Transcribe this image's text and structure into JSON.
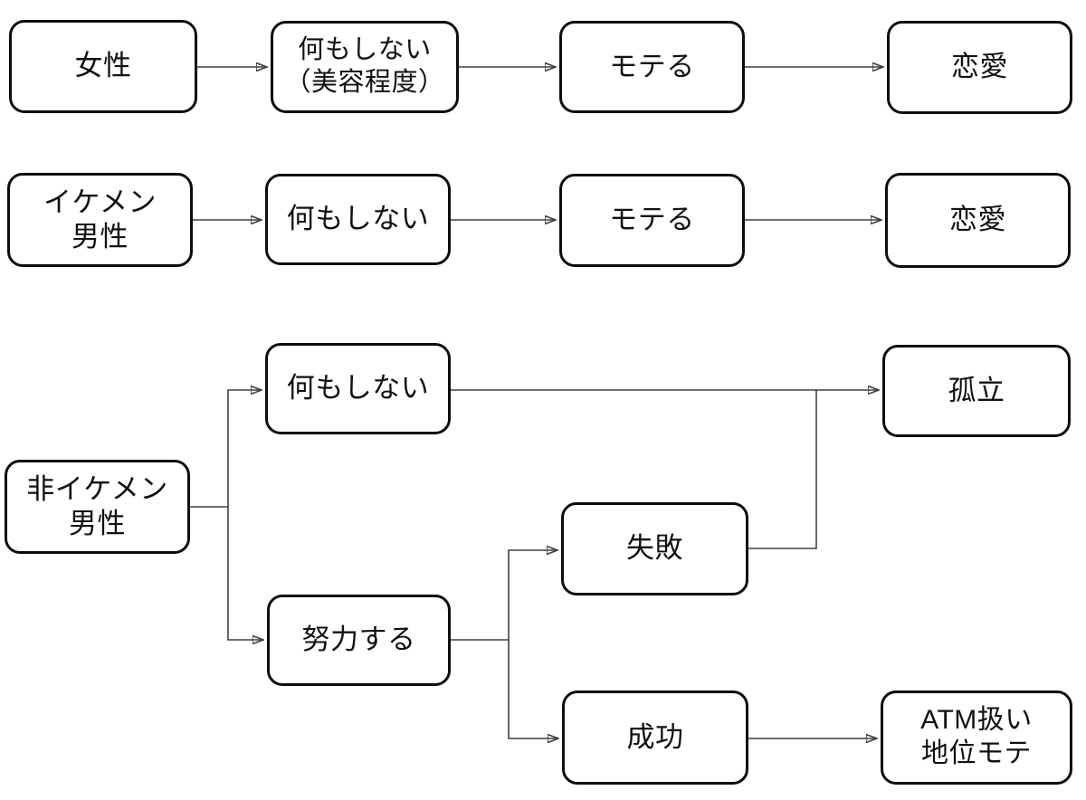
{
  "diagram": {
    "background_color": "#ffffff",
    "box_fill_color": "#ffffff",
    "box_border_color": "#0d0d0d",
    "text_color": "#111111",
    "connector_color": "#404040",
    "nodes": {
      "josei": {
        "label": "女性"
      },
      "r1_nothing": {
        "label": "何もしない\n（美容程度）"
      },
      "r1_moteru": {
        "label": "モテる"
      },
      "r1_renai": {
        "label": "恋愛"
      },
      "ikemen": {
        "label": "イケメン\n男性"
      },
      "r2_nothing": {
        "label": "何もしない"
      },
      "r2_moteru": {
        "label": "モテる"
      },
      "r2_renai": {
        "label": "恋愛"
      },
      "hi_ikemen": {
        "label": "非イケメン\n男性"
      },
      "r3_nothing": {
        "label": "何もしない"
      },
      "doryoku": {
        "label": "努力する"
      },
      "shippai": {
        "label": "失敗"
      },
      "seiko": {
        "label": "成功"
      },
      "koritsu": {
        "label": "孤立"
      },
      "atm": {
        "label": "ATM扱い\n地位モテ"
      }
    },
    "edges": [
      {
        "from": "女性",
        "to": "何もしない（美容程度）"
      },
      {
        "from": "何もしない（美容程度）",
        "to": "モテる"
      },
      {
        "from": "モテる",
        "to": "恋愛"
      },
      {
        "from": "イケメン男性",
        "to": "何もしない"
      },
      {
        "from": "何もしない",
        "to": "モテる"
      },
      {
        "from": "モテる",
        "to": "恋愛"
      },
      {
        "from": "非イケメン男性",
        "to": "何もしない"
      },
      {
        "from": "非イケメン男性",
        "to": "努力する"
      },
      {
        "from": "何もしない",
        "to": "孤立"
      },
      {
        "from": "努力する",
        "to": "失敗"
      },
      {
        "from": "努力する",
        "to": "成功"
      },
      {
        "from": "失敗",
        "to": "孤立"
      },
      {
        "from": "成功",
        "to": "ATM扱い地位モテ"
      }
    ]
  }
}
